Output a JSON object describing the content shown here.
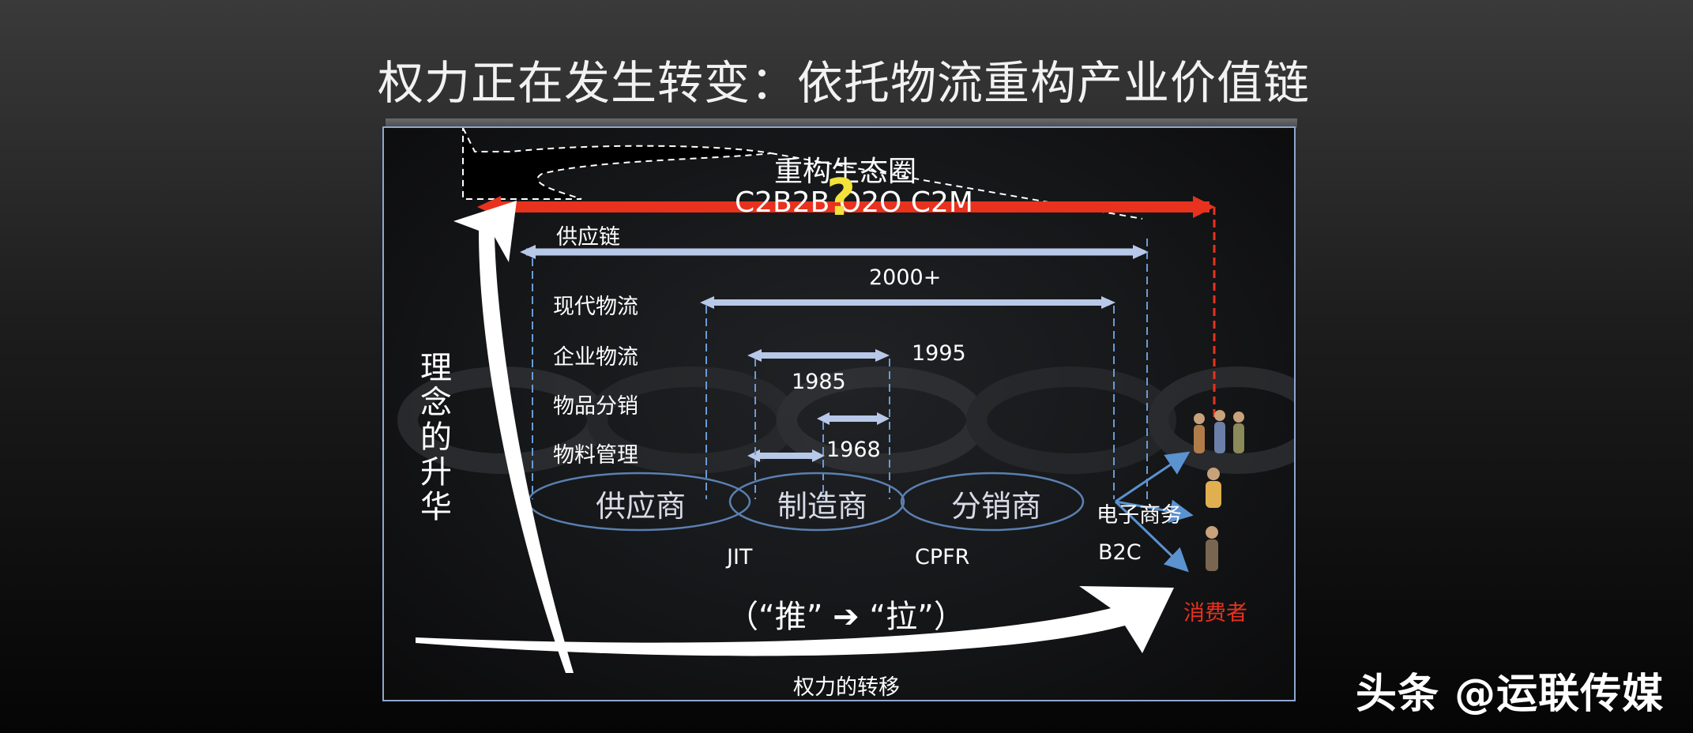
{
  "title": "权力正在发生转变：依托物流重构产业价值链",
  "diagram": {
    "top_title": "重构生态圈",
    "top_subtitle": "C2B2B O2O C2M",
    "question_mark": "?",
    "supply_chain": "供应链",
    "modern_logistics": "现代物流",
    "enterprise_logistics": "企业物流",
    "goods_distribution": "物品分销",
    "materials_management": "物料管理",
    "year_2000": "2000+",
    "year_1995": "1995",
    "year_1985": "1985",
    "year_1968": "1968",
    "supplier": "供应商",
    "manufacturer": "制造商",
    "distributor": "分销商",
    "ecommerce": "电子商务",
    "b2c": "B2C",
    "jit": "JIT",
    "cpfr": "CPFR",
    "consumer": "消费者",
    "push_pull": "（“推” ➔ “拉”）",
    "power_transfer": "权力的转移",
    "concept_upgrade": "理念的升华"
  },
  "watermark": "头条 @运联传媒",
  "colors": {
    "red_arrow": "#e8321e",
    "blue_arrow": "#b8c8e8",
    "ellipse": "#5b7fb0",
    "consumer_text": "#e8321e",
    "question": "#f2e23a"
  }
}
